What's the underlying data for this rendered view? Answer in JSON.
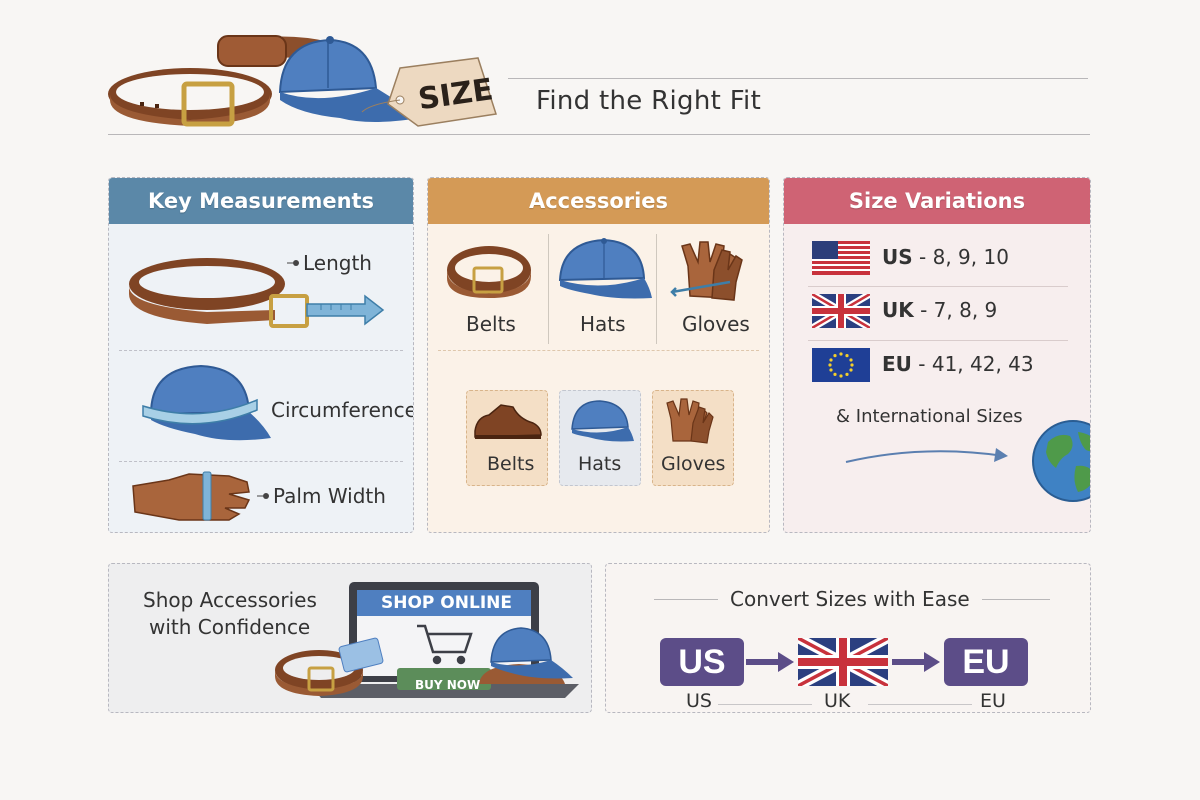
{
  "header": {
    "tag_label": "SIZE",
    "subtitle": "Find the Right Fit"
  },
  "measurements": {
    "title": "Key Measurements",
    "items": [
      {
        "label": "Length",
        "icon": "belt-icon"
      },
      {
        "label": "Circumference",
        "icon": "cap-icon"
      },
      {
        "label": "Palm Width",
        "icon": "glove-icon"
      }
    ]
  },
  "accessories": {
    "title": "Accessories",
    "top": [
      "Belts",
      "Hats",
      "Gloves"
    ],
    "tiles": [
      "Belts",
      "Hats",
      "Gloves"
    ]
  },
  "sizes": {
    "title": "Size Variations",
    "rows": [
      {
        "region": "US",
        "values": " - 8, 9, 10",
        "flag": "us-flag-icon"
      },
      {
        "region": "UK",
        "values": " - 7, 8, 9",
        "flag": "uk-flag-icon"
      },
      {
        "region": "EU",
        "values": " - 41, 42, 43",
        "flag": "eu-flag-icon"
      }
    ],
    "international": "& International Sizes"
  },
  "shop": {
    "line1": "Shop Accessories",
    "line2": "with Confidence",
    "banner": "SHOP ONLINE",
    "button": "BUY NOW"
  },
  "convert": {
    "title": "Convert Sizes with Ease",
    "from_box": "US",
    "to_box": "EU",
    "labels": [
      "US",
      "UK",
      "EU"
    ]
  },
  "colors": {
    "measure": "#5b88a8",
    "accessories": "#d49a56",
    "sizes": "#cf6374",
    "convert_box": "#5c4d88",
    "leather": "#9a5a34",
    "denim": "#4f7fc0"
  }
}
